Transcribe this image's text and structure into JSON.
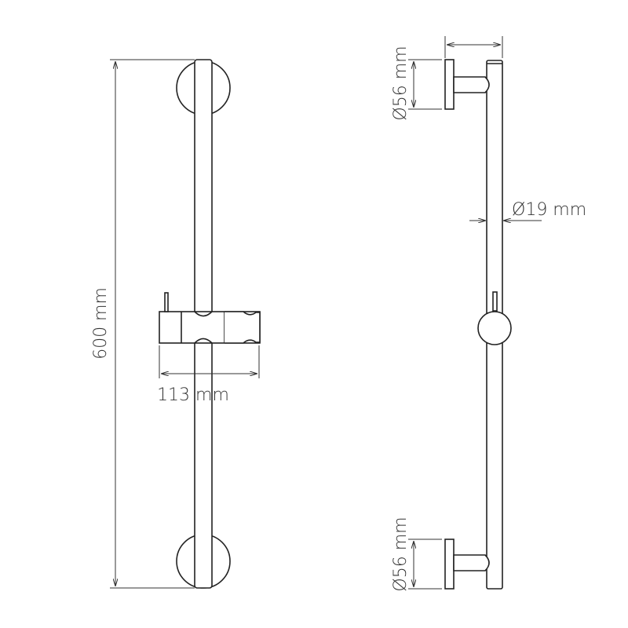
{
  "dimensions": {
    "length": "600 mm",
    "slider_width": "113 mm",
    "rosette_top_diameter": "Ø56 mm",
    "rosette_bottom_diameter": "Ø56 mm",
    "rod_diameter": "Ø19 mm"
  },
  "colors": {
    "line": "#222222",
    "background": "#ffffff"
  }
}
